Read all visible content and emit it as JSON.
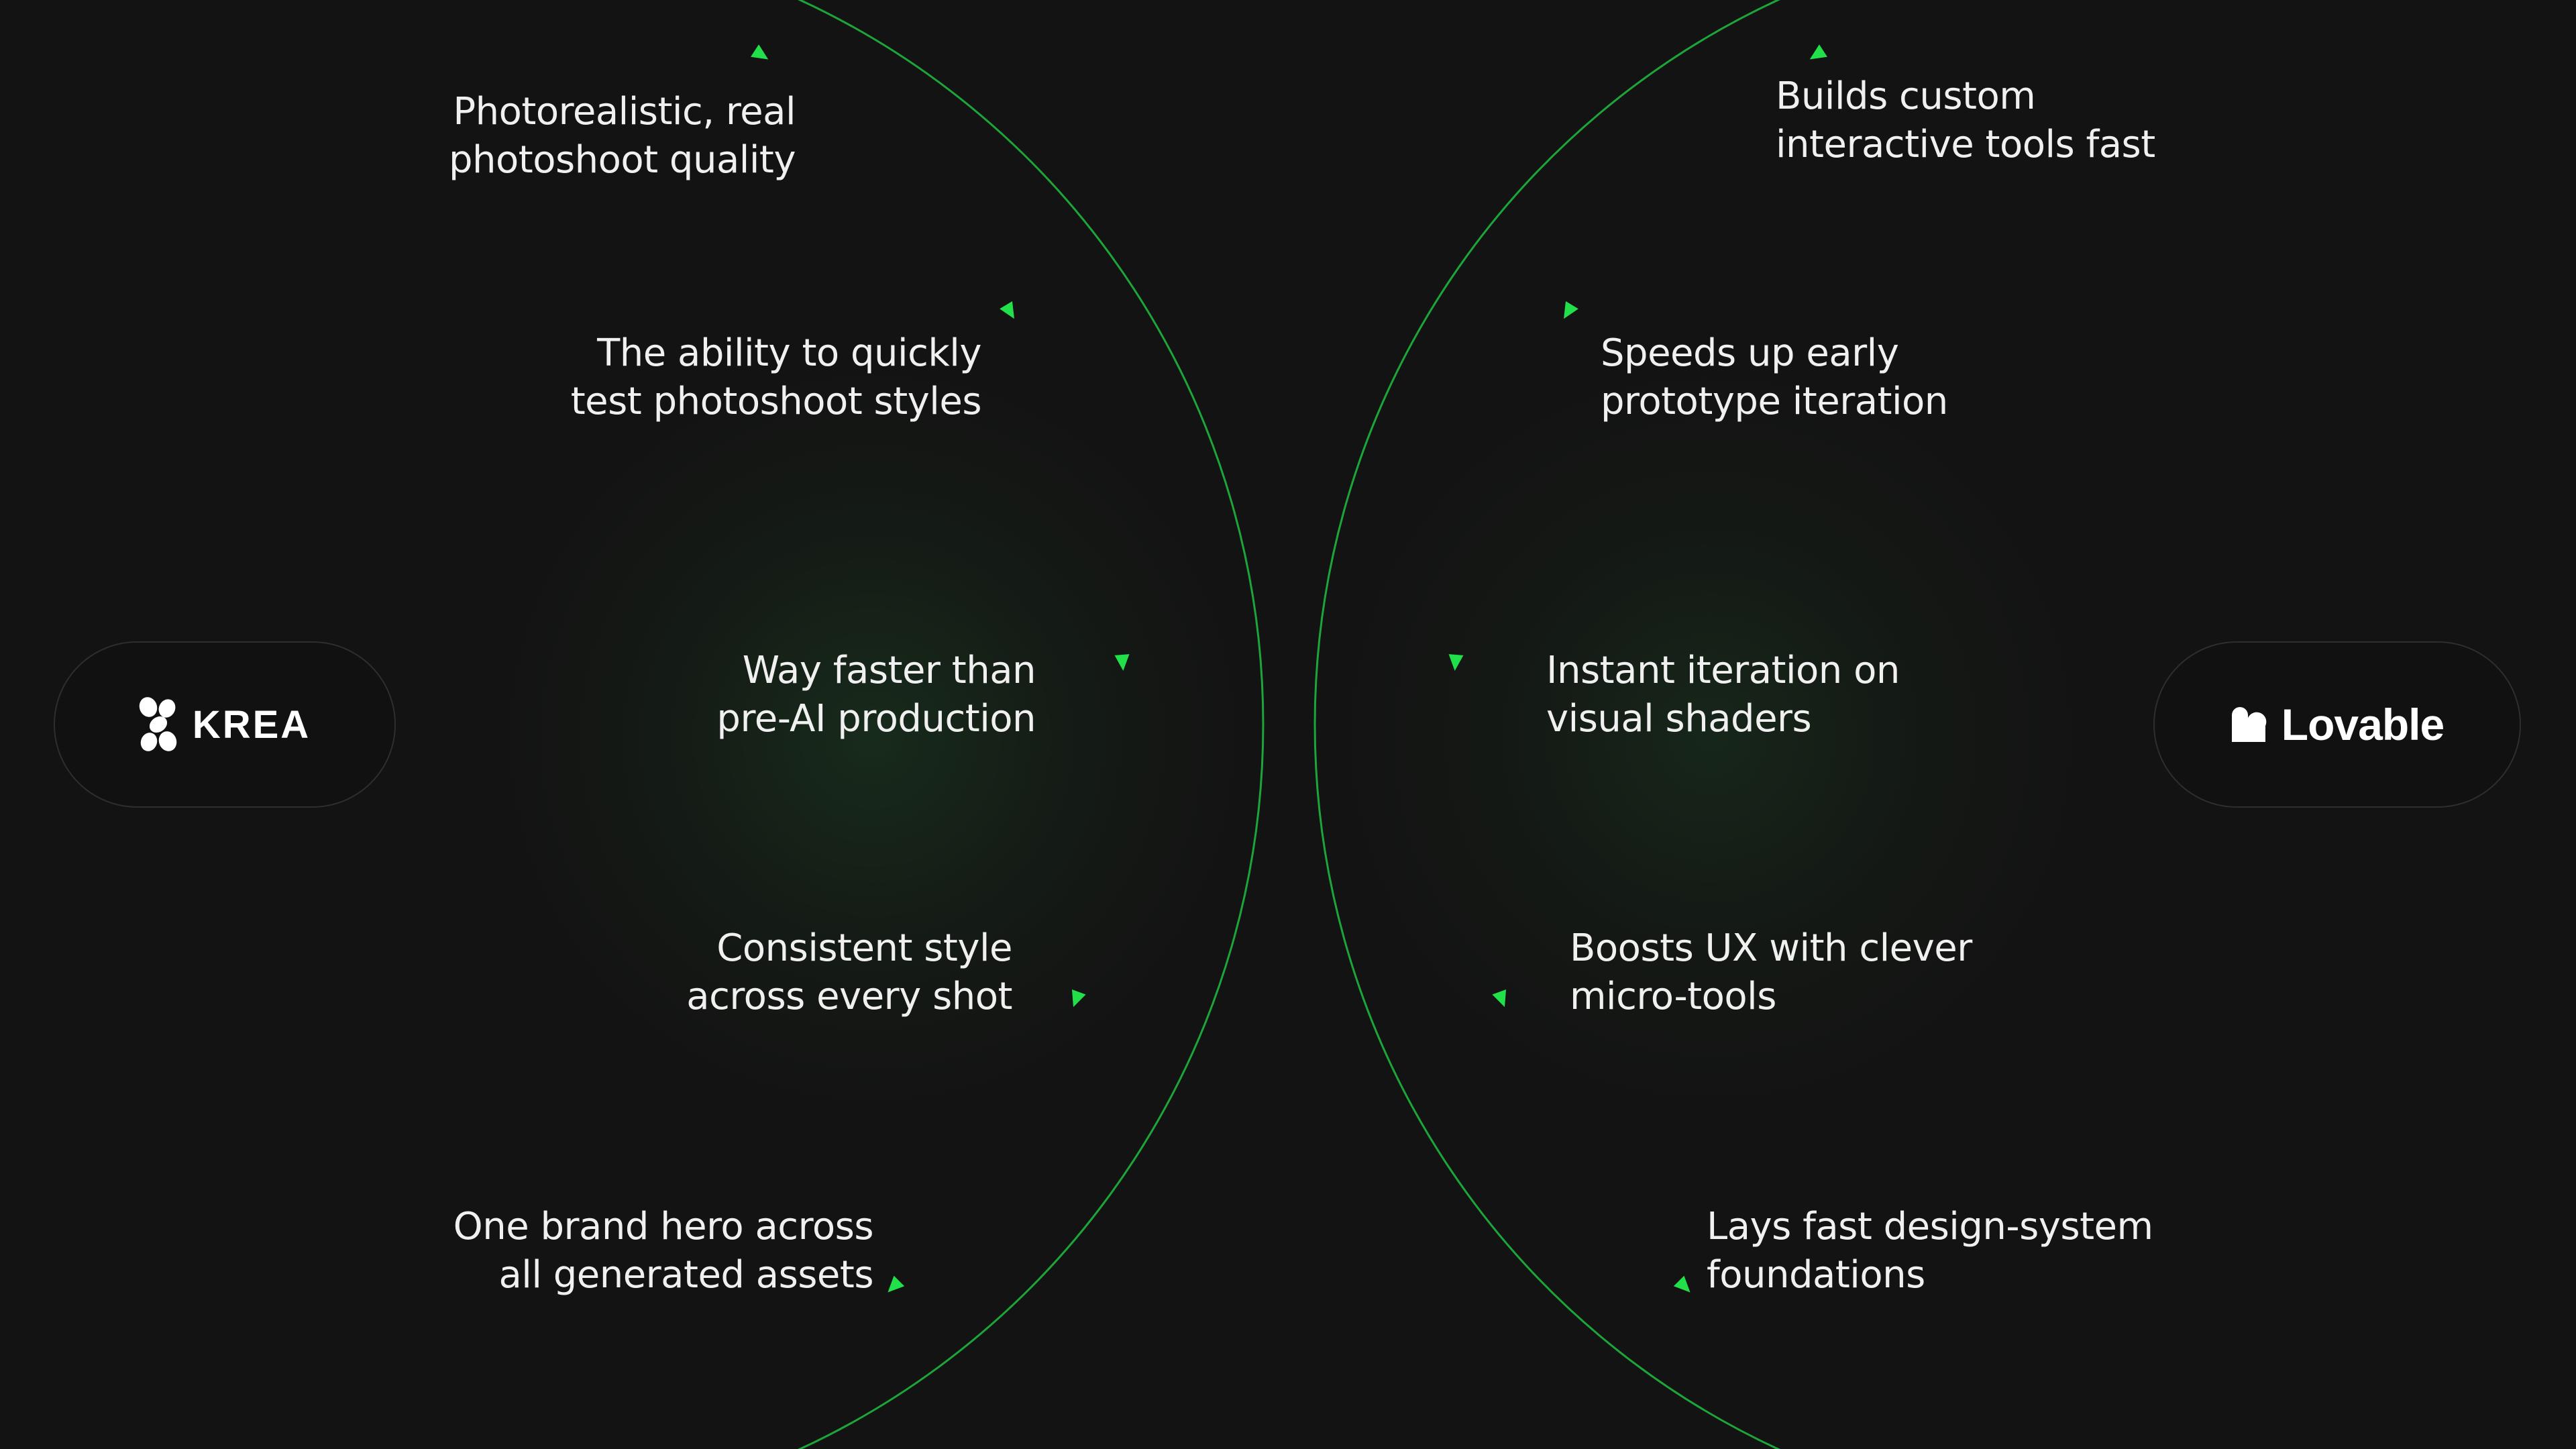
{
  "left_tool": {
    "name": "KREA",
    "icon": "krea-logo-icon",
    "benefits": [
      {
        "line1": "Photorealistic, real",
        "line2": "photoshoot quality"
      },
      {
        "line1": "The ability to quickly",
        "line2": "test photoshoot styles"
      },
      {
        "line1": "Way faster than",
        "line2": "pre-AI production"
      },
      {
        "line1": "Consistent style",
        "line2": "across every shot"
      },
      {
        "line1": "One brand hero across",
        "line2": "all generated assets"
      }
    ]
  },
  "right_tool": {
    "name": "Lovable",
    "icon": "lovable-logo-icon",
    "benefits": [
      {
        "line1": "Builds custom",
        "line2": "interactive tools fast"
      },
      {
        "line1": "Speeds up early",
        "line2": "prototype iteration"
      },
      {
        "line1": "Instant iteration on",
        "line2": "visual shaders"
      },
      {
        "line1": "Boosts UX with clever",
        "line2": "micro-tools"
      },
      {
        "line1": "Lays fast design-system",
        "line2": "foundations"
      }
    ]
  },
  "colors": {
    "background": "#131313",
    "accent": "#22e04a",
    "text": "#f0f0f0"
  }
}
